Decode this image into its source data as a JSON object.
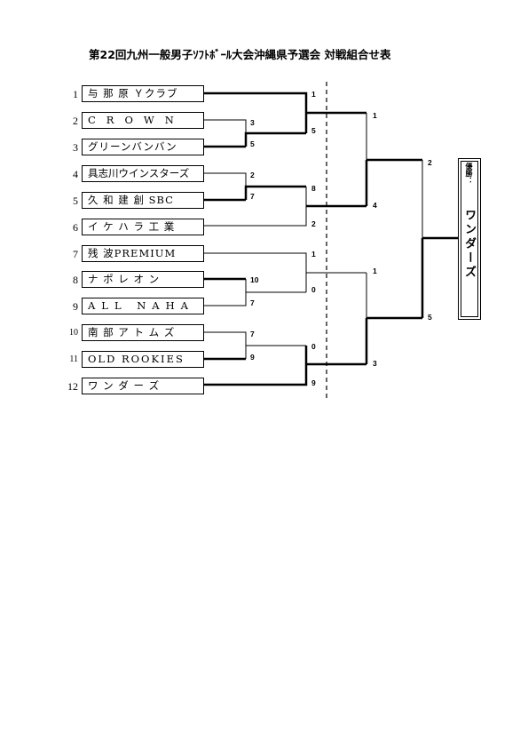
{
  "title": "第22回九州一般男子ｿﾌﾄﾎﾞｰﾙ大会沖縄県予選会 対戦組合せ表",
  "teams": [
    {
      "seed": "1",
      "name": "与 那 原 Ｙクラブ"
    },
    {
      "seed": "2",
      "name": "CROWN"
    },
    {
      "seed": "3",
      "name": "グリーンバンバン"
    },
    {
      "seed": "4",
      "name": "具志川ウインスターズ"
    },
    {
      "seed": "5",
      "name": "久 和 建 創 SBC"
    },
    {
      "seed": "6",
      "name": "イ ケ ハ ラ 工 業"
    },
    {
      "seed": "7",
      "name": "残 波PREMIUM"
    },
    {
      "seed": "8",
      "name": "ナ ポ レ オ ン"
    },
    {
      "seed": "9",
      "name": "ALL NAHA"
    },
    {
      "seed": "10",
      "name": "南 部 ア ト ム ズ"
    },
    {
      "seed": "11",
      "name": "OLD ROOKIES"
    },
    {
      "seed": "12",
      "name": "ワ ン ダ ー ズ"
    }
  ],
  "scores": {
    "r1_2v3_top": "3",
    "r1_2v3_bot": "5",
    "r1_4v5_top": "2",
    "r1_4v5_bot": "7",
    "r1_8v9_top": "10",
    "r1_8v9_bot": "7",
    "r1_10v11_top": "7",
    "r1_10v11_bot": "9",
    "r2_a_top": "1",
    "r2_a_bot": "5",
    "r2_b_top": "8",
    "r2_b_bot": "2",
    "r2_c_top": "1",
    "r2_c_bot": "0",
    "r2_d_top": "0",
    "r2_d_bot": "9",
    "sf_top_top": "1",
    "sf_top_bot": "4",
    "sf_bot_top": "1",
    "sf_bot_bot": "3",
    "final_top": "2",
    "final_bot": "5"
  },
  "champion": {
    "label": "優勝：",
    "name": "ワンダーズ"
  }
}
